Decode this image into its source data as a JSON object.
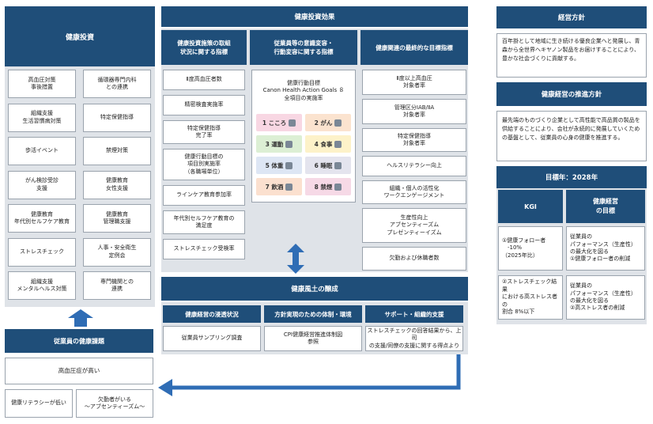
{
  "left": {
    "title": "健康投資",
    "items": [
      [
        "高血圧対策\n事後措置",
        "循環器専門内科\nとの連携"
      ],
      [
        "組織支援\n生活習慣病対策",
        "特定保健指導"
      ],
      [
        "歩活イベント",
        "禁煙対策"
      ],
      [
        "がん検診受診\n支援",
        "健康教育\n女性支援"
      ],
      [
        "健康教育\n年代別セルフケア教育",
        "健康教育\n管理職支援"
      ],
      [
        "ストレスチェック",
        "人事・安全衛生\n定例会"
      ],
      [
        "組織支援\nメンタルヘルス対策",
        "専門機関との\n連携"
      ]
    ]
  },
  "issues": {
    "title": "従業員の健康課題",
    "top": "高血圧症が高い",
    "left": "健康リテラシーが低い",
    "right": "欠勤者がいる\n〜アブセンティーズム〜"
  },
  "effects": {
    "title": "健康投資効果",
    "col1": {
      "title": "健康投資施策の取組\n状況に関する指標",
      "items": [
        "Ⅱ度高血圧者数",
        "精密検査実施率",
        "特定保健指導\n完了率",
        "健康行動目標の\n項目別実施率\n（各職場単位）",
        "ラインケア教育参加率",
        "年代別セルフケア教育の\n満足度",
        "ストレスチェック受検率"
      ]
    },
    "col2": {
      "title": "従業員等の意識変容・\n行動変容に関する指標",
      "goal_text": "健康行動目標\nCanon Health Action Goals ８\n全項目の実施率",
      "habits": [
        {
          "label": "1 こころ",
          "color": "#f8d7e3",
          "icon": "heart-icon"
        },
        {
          "label": "2 がん",
          "color": "#fbe3cf",
          "icon": "hospital-icon"
        },
        {
          "label": "3 運動",
          "color": "#dcefd4",
          "icon": "running-icon"
        },
        {
          "label": "4 食事",
          "color": "#fdf2c9",
          "icon": "meal-icon"
        },
        {
          "label": "5 体重",
          "color": "#dde6f4",
          "icon": "scale-icon"
        },
        {
          "label": "6 睡眠",
          "color": "#e4e4ee",
          "icon": "bed-icon"
        },
        {
          "label": "7 飲酒",
          "color": "#fbe0cf",
          "icon": "bottle-icon"
        },
        {
          "label": "8 禁煙",
          "color": "#f6d9e6",
          "icon": "no-smoking-icon"
        }
      ]
    },
    "col3": {
      "title": "健康関連の最終的な目標指標",
      "items": [
        "Ⅱ度以上高血圧\n対象者率",
        "管理区分ⅠAB/ⅡA\n対象者率",
        "特定保健指導\n対象者率",
        "ヘルスリテラシー向上",
        "組織・個人の活性化\nワークエンゲージメント",
        "生産性向上\nアブセンティーズム\nプレゼンティーイズム",
        "欠勤および休職者数"
      ]
    }
  },
  "culture": {
    "title": "健康風土の醸成",
    "cols": [
      {
        "title": "健康経営の浸透状況",
        "item": "従業員サンプリング調査"
      },
      {
        "title": "方針実現のための体制・環境",
        "item": "CPI健康経営推進体制図\n参照"
      },
      {
        "title": "サポート・組織的支援",
        "item": "ストレスチェックの回答結果から、上司\nの支援/同僚の支援に関する得点より"
      }
    ]
  },
  "right": {
    "policy_title": "経営方針",
    "policy_text": "百年掛として地域に生き続ける優良企業へと発展し、青森から全世界へキヤノン製品をお届けすることにより、豊かな社会づくりに貢献する。",
    "promo_title": "健康経営の推進方針",
    "promo_text": "最先端のものづくり企業として高性能で高品質の製品を供給することにより、会社が永続的に発展していくための基盤として、従業員の心身の健康を推進する。",
    "target_year": "目標年：2028年",
    "kgi_label": "KGI",
    "goal_label": "健康経営\nの目標",
    "rows": [
      {
        "kgi": "①健康フォロー者\n　-10%\n（2025年比）",
        "goal": "従業員の\nパフォーマンス（生産性）\nの最大化を図る\n①健康フォロー者の削減"
      },
      {
        "kgi": "②ストレスチェック結果\nにおける高ストレス者の\n割合 8%以下",
        "goal": "従業員の\nパフォーマンス（生産性）\nの最大化を図る\n②高ストレス者の削減"
      }
    ]
  },
  "colors": {
    "navy": "#1f4e79",
    "panel": "#dfe3e8",
    "arrow": "#2f6db5"
  }
}
